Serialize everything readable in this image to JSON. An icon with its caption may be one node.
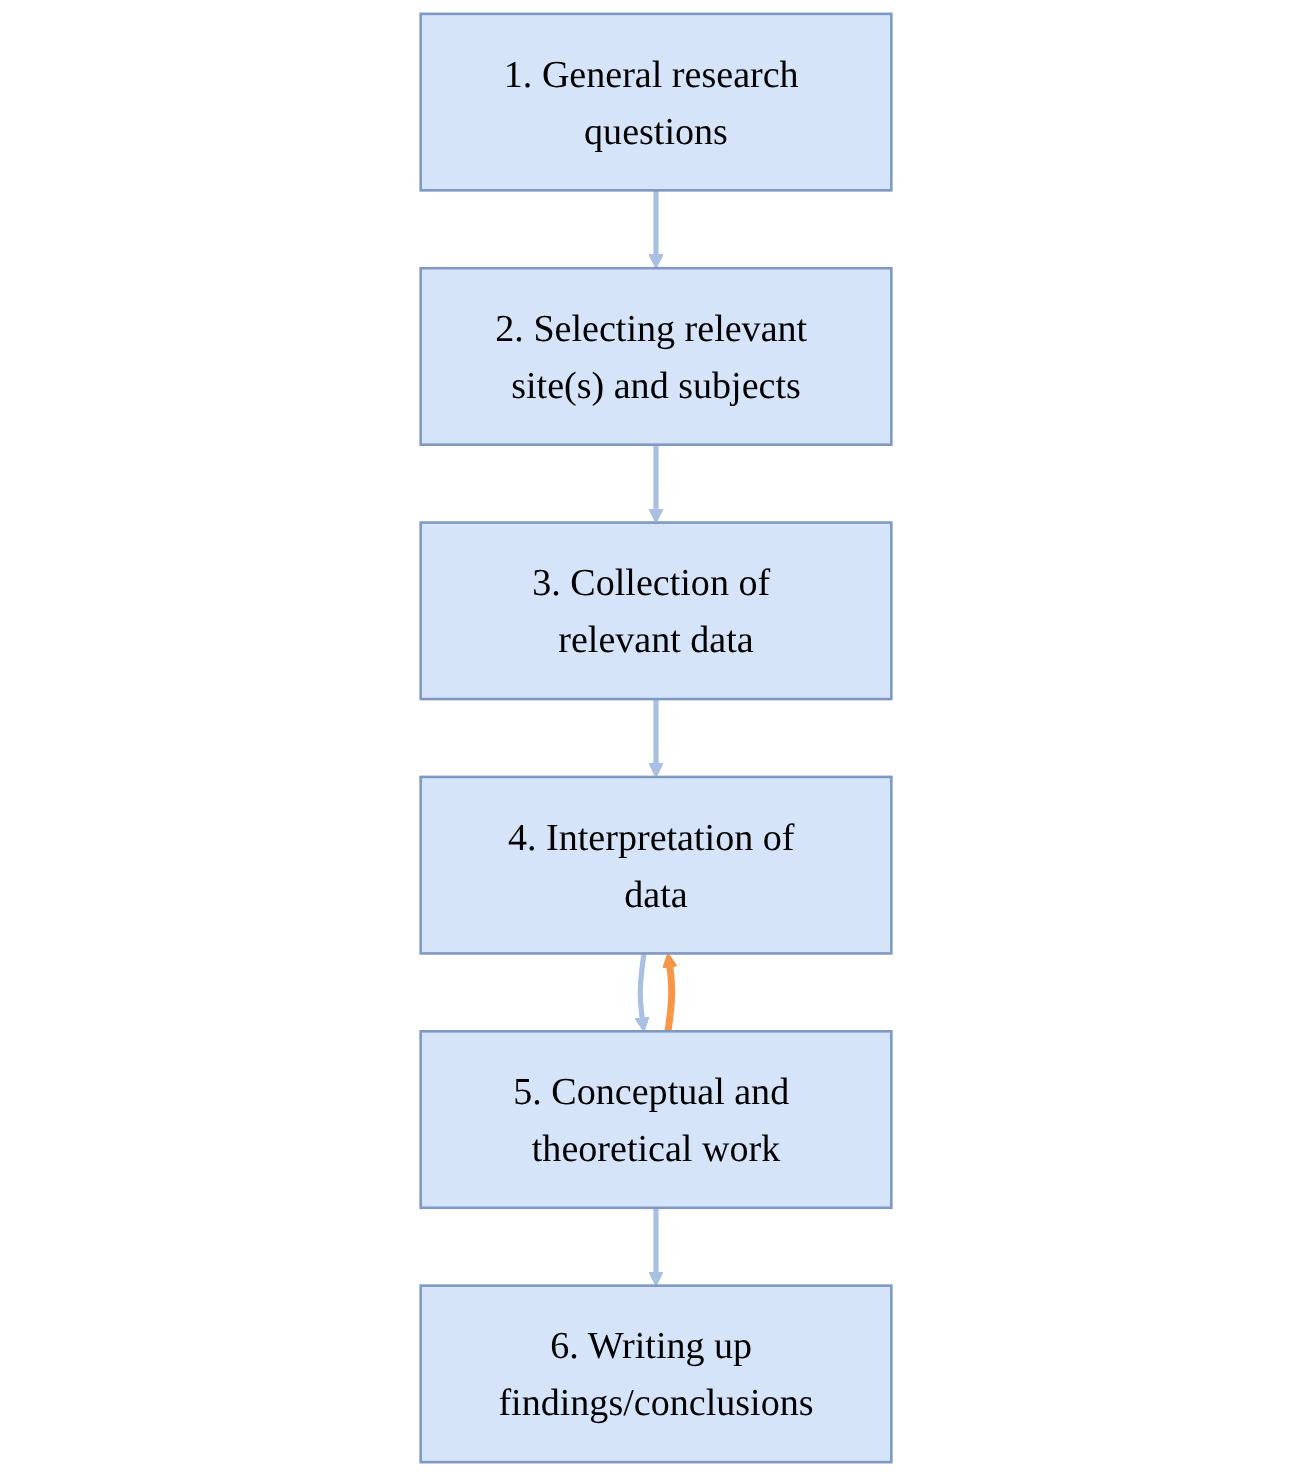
{
  "diagram": {
    "nodes": [
      {
        "text": [
          "1. General research questions"
        ]
      },
      {
        "text": [
          "2. Selecting relevant site(s) and subjects"
        ]
      },
      {
        "text": [
          "3. Collection of relevant data"
        ]
      },
      {
        "text": [
          "4. Interpretation of data"
        ]
      },
      {
        "text": [
          "5. Conceptual and theoretical work"
        ]
      },
      {
        "text": [
          "6. Writing up findings/conclusions"
        ]
      }
    ],
    "edges": [
      {
        "from": 0,
        "to": 1,
        "arrow": "to"
      },
      {
        "from": 1,
        "to": 2,
        "arrow": "to"
      },
      {
        "from": 2,
        "to": 3,
        "arrow": "to"
      },
      {
        "from": 3,
        "to": 4,
        "arrow": "to"
      },
      {
        "from": 4,
        "to": 5,
        "arrow": "to"
      },
      {
        "from": 4,
        "to": 3,
        "arrow": "to",
        "color": "#f79646"
      }
    ]
  }
}
